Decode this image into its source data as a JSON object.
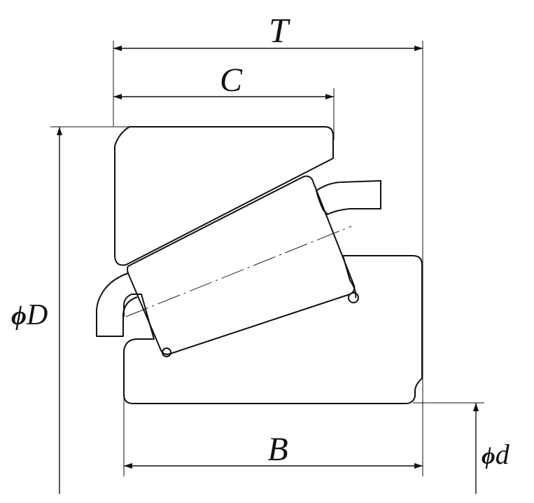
{
  "labels": {
    "T": "T",
    "C": "C",
    "B": "B",
    "D_symbol": "ϕ",
    "D_letter": "D",
    "d_symbol": "ϕ",
    "d_letter": "d"
  }
}
